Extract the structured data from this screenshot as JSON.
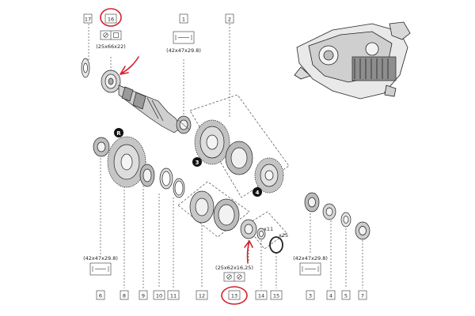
{
  "callouts": [
    {
      "id": "17",
      "label": "17"
    },
    {
      "id": "16",
      "label": "16"
    },
    {
      "id": "1",
      "label": "1"
    },
    {
      "id": "2",
      "label": "2"
    },
    {
      "id": "6",
      "label": "6"
    },
    {
      "id": "8",
      "label": "8"
    },
    {
      "id": "9",
      "label": "9"
    },
    {
      "id": "10",
      "label": "10"
    },
    {
      "id": "11",
      "label": "11"
    },
    {
      "id": "12",
      "label": "12"
    },
    {
      "id": "13",
      "label": "13"
    },
    {
      "id": "14",
      "label": "14"
    },
    {
      "id": "15",
      "label": "15"
    },
    {
      "id": "3",
      "label": "3"
    },
    {
      "id": "4",
      "label": "4"
    },
    {
      "id": "5",
      "label": "5"
    },
    {
      "id": "7",
      "label": "7"
    }
  ],
  "dimensions": {
    "d16": "(25x66x22)",
    "d1": "(42x47x29.8)",
    "d6": "(42x47x29.8)",
    "d13": "(25x62x16,25)",
    "d3": "(42x47x29.8)"
  },
  "gear_markers": {
    "r": "R",
    "g3": "3",
    "g4": "4"
  },
  "quantity_labels": {
    "x11": "x11",
    "x25": "x25"
  },
  "annotation_color": "#d3202f",
  "line_color": "#222222"
}
